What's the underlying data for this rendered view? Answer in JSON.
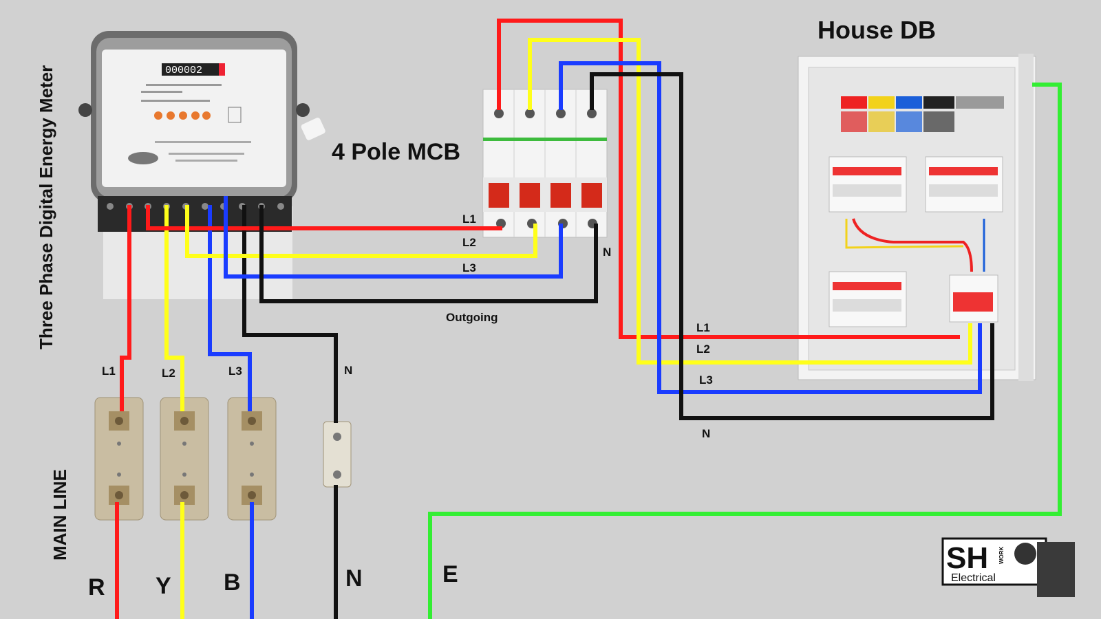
{
  "diagram": {
    "meter_title": "Three Phase Digital Energy Meter",
    "mcb_title": "4 Pole MCB",
    "db_title": "House DB",
    "mainline_title": "MAIN LINE",
    "outgoing_label": "Outgoing",
    "phase_labels": {
      "l1": "L1",
      "l2": "L2",
      "l3": "L3",
      "n": "N"
    },
    "supply_labels": {
      "r": "R",
      "y": "Y",
      "b": "B",
      "n": "N",
      "e": "E"
    },
    "meter_display": "000002",
    "logo": {
      "letters": "SH",
      "work": "WORK",
      "sub": "Electrical"
    }
  },
  "colors": {
    "red": "#ff1a1a",
    "yellow": "#ffff1a",
    "blue": "#1a3cff",
    "black": "#111111",
    "green": "#33ee33",
    "background": "#d1d1d1"
  }
}
